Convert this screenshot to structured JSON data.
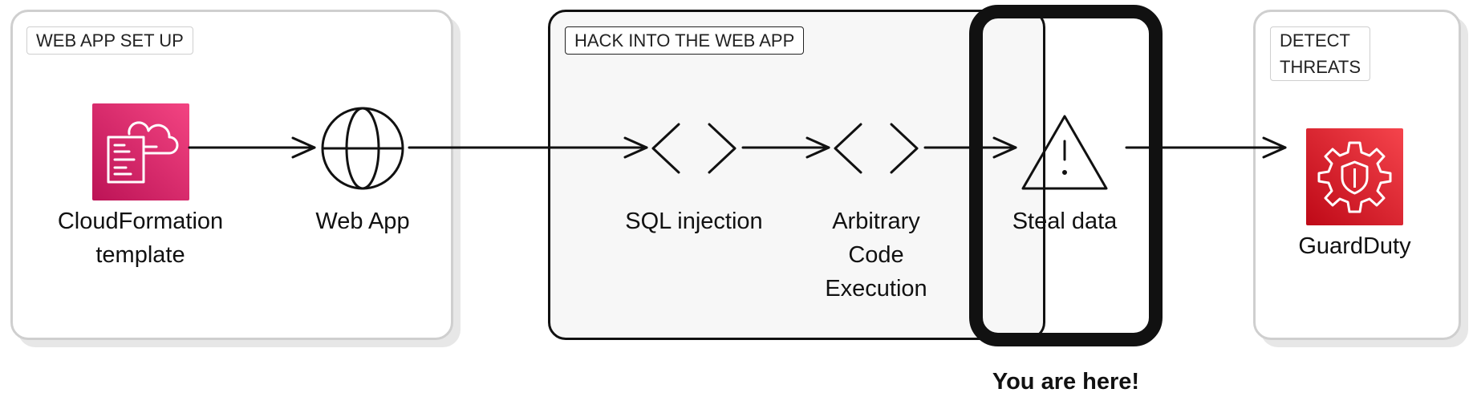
{
  "sections": [
    {
      "title": "WEB APP SET UP"
    },
    {
      "title": "HACK INTO THE WEB APP"
    },
    {
      "title": "DETECT\nTHREATS"
    }
  ],
  "nodes": [
    {
      "label": "CloudFormation\ntemplate",
      "icon": "cloudformation-icon"
    },
    {
      "label": "Web App",
      "icon": "globe-icon"
    },
    {
      "label": "SQL injection",
      "icon": "code-brackets-icon"
    },
    {
      "label": "Arbitrary\nCode\nExecution",
      "icon": "code-brackets-icon"
    },
    {
      "label": "Steal data",
      "icon": "warning-icon"
    },
    {
      "label": "GuardDuty",
      "icon": "guardduty-icon"
    }
  ],
  "callout": "You are here!",
  "colors": {
    "cloudformation_top": "#f34482",
    "cloudformation_bottom": "#bc1356",
    "guardduty_top": "#f5444c",
    "guardduty_bottom": "#be0917",
    "highlight": "#111111"
  }
}
